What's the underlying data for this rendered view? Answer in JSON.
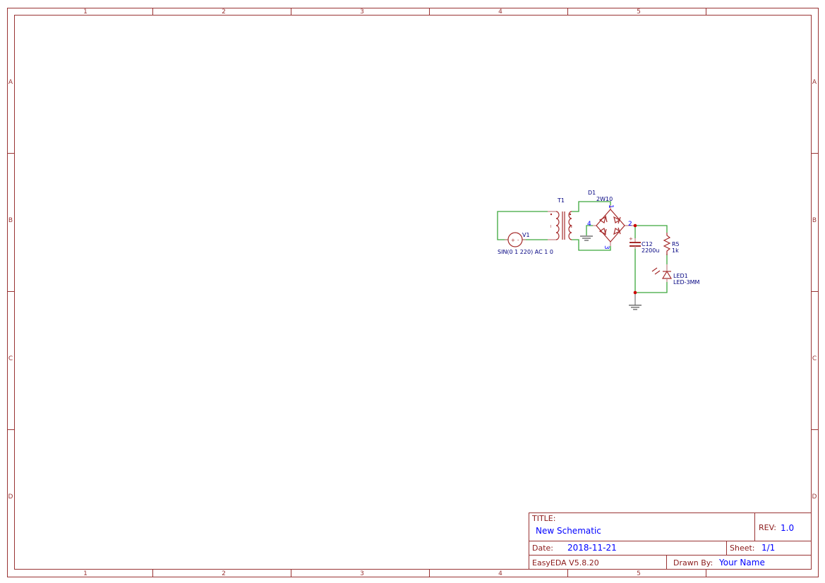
{
  "frame": {
    "columns": [
      "1",
      "2",
      "3",
      "4",
      "5"
    ],
    "rows": [
      "A",
      "B",
      "C",
      "D"
    ],
    "color": "#993333"
  },
  "schematic": {
    "transformer": {
      "ref": "T1",
      "pin_primary": "I",
      "pin_secondary": "N"
    },
    "source": {
      "ref": "V1",
      "value": "SIN(0 1 220) AC 1 0",
      "plus": "+",
      "minus": "-"
    },
    "bridge": {
      "ref": "D1",
      "value": "2W10",
      "pins": [
        "1",
        "2",
        "3",
        "4"
      ]
    },
    "capacitor": {
      "ref": "C12",
      "value": "2200u",
      "polarity": "+"
    },
    "resistor": {
      "ref": "R5",
      "value": "1k"
    },
    "led": {
      "ref": "LED1",
      "value": "LED-3MM"
    },
    "colors": {
      "wire": "#3ca83c",
      "component": "#a52a2a",
      "label": "#000080",
      "pin_number": "#0000ff",
      "junction": "#cc0000"
    }
  },
  "title_block": {
    "title_label": "TITLE:",
    "title": "New Schematic",
    "rev_label": "REV:",
    "rev": "1.0",
    "date_label": "Date:",
    "date": "2018-11-21",
    "sheet_label": "Sheet:",
    "sheet": "1/1",
    "software": "EasyEDA V5.8.20",
    "drawn_by_label": "Drawn By:",
    "drawn_by": "Your Name"
  }
}
